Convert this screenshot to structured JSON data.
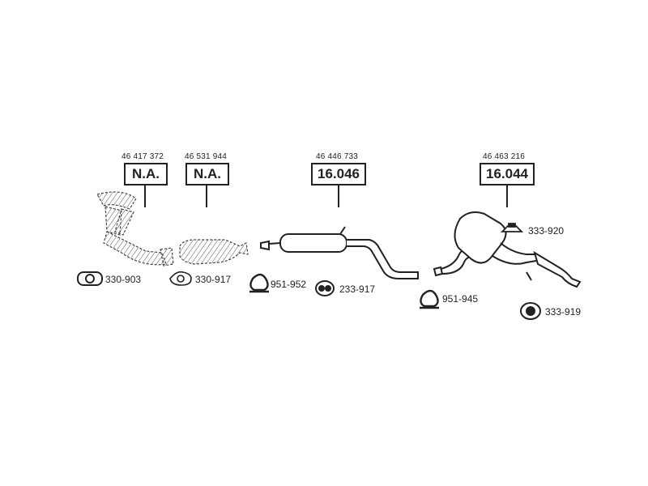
{
  "parts": [
    {
      "oem": "46 417 372",
      "label": "N.A."
    },
    {
      "oem": "46 531 944",
      "label": "N.A."
    },
    {
      "oem": "46 446 733",
      "label": "16.046"
    },
    {
      "oem": "46 463 216",
      "label": "16.044"
    }
  ],
  "accessories": [
    {
      "number": "330-903",
      "icon": "flange-gasket-icon"
    },
    {
      "number": "330-917",
      "icon": "gasket-icon"
    },
    {
      "number": "951-952",
      "icon": "pipe-clamp-icon"
    },
    {
      "number": "233-917",
      "icon": "rubber-hanger-icon"
    },
    {
      "number": "951-945",
      "icon": "pipe-clamp-icon"
    },
    {
      "number": "333-920",
      "icon": "rubber-mount-icon"
    },
    {
      "number": "333-919",
      "icon": "rubber-ring-icon"
    }
  ]
}
